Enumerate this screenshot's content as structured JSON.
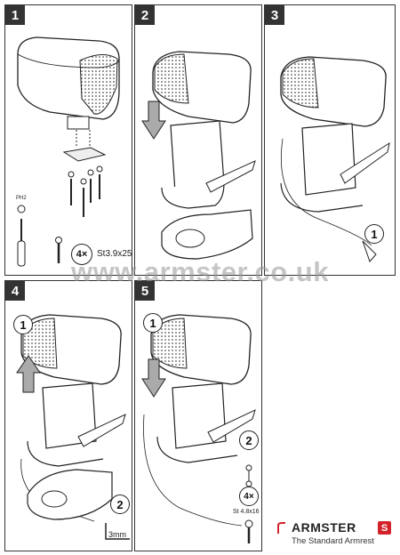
{
  "steps": [
    {
      "number": "1"
    },
    {
      "number": "2"
    },
    {
      "number": "3"
    },
    {
      "number": "4"
    },
    {
      "number": "5"
    }
  ],
  "callouts": {
    "step3_circle": "1",
    "step4_circle_1": "1",
    "step4_circle_2": "2",
    "step5_circle_1": "1",
    "step5_circle_2": "2"
  },
  "step1": {
    "ph_label": "PH2",
    "screw_count": "4×",
    "screw_spec": "St3.9x25"
  },
  "step4": {
    "measure_label": "3mm"
  },
  "step5": {
    "screw_count": "4×",
    "screw_spec": "St 4.8x16"
  },
  "watermark": "www.armster.co.uk",
  "brand": {
    "name": "ARMSTER",
    "badge": "S",
    "tagline": "The Standard Armrest",
    "accent_color": "#d2232a"
  }
}
